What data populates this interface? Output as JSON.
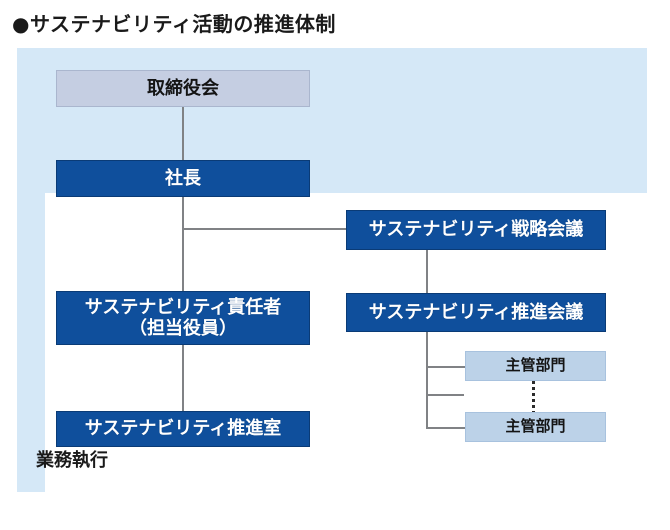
{
  "title": "●サステナビリティ活動の推進体制",
  "colors": {
    "outer_panel": "#d5e8f7",
    "inner_panel": "#ffffff",
    "navy_box": "#0f4f9c",
    "light_box": "#c5cee2",
    "dept_box": "#bcd2e8",
    "connector": "#808285",
    "text_dark": "#1a1a1a",
    "text_light": "#ffffff"
  },
  "nodes": {
    "board": "取締役会",
    "president": "社長",
    "strategy_meeting": "サステナビリティ戦略会議",
    "promotion_meeting": "サステナビリティ推進会議",
    "officer": "サステナビリティ責任者\n（担当役員）",
    "office": "サステナビリティ推進室",
    "dept_1": "主管部門",
    "dept_2": "主管部門"
  },
  "footer": {
    "label": "業務執行"
  }
}
